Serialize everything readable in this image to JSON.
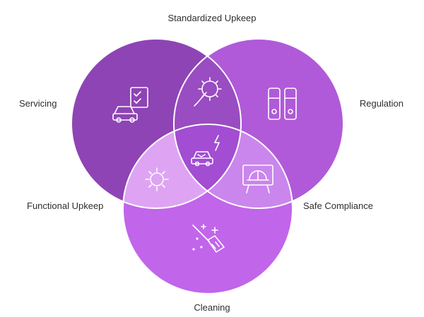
{
  "diagram": {
    "labels": {
      "top": "Standardized Upkeep",
      "left": "Servicing",
      "right": "Regulation",
      "lower_left": "Functional Upkeep",
      "lower_right": "Safe Compliance",
      "bottom": "Cleaning"
    },
    "sets": [
      {
        "name": "servicing",
        "color": "#8e44b5"
      },
      {
        "name": "regulation",
        "color": "#b05ad9"
      },
      {
        "name": "cleaning",
        "color": "#c165ea"
      }
    ],
    "overlap_colors": {
      "servicing_regulation": "#9a4cc2",
      "servicing_cleaning": "#dea4f3",
      "regulation_cleaning": "#ca86ec",
      "center": "#a24dd2"
    },
    "icons": {
      "left": "car-checklist-icon",
      "right": "binders-icon",
      "top_overlap": "gear-wrench-icon",
      "center": "car-repair-icon",
      "lower_left_overlap": "sun-icon",
      "lower_right_overlap": "hardhat-sign-icon",
      "bottom": "broom-icon"
    }
  }
}
